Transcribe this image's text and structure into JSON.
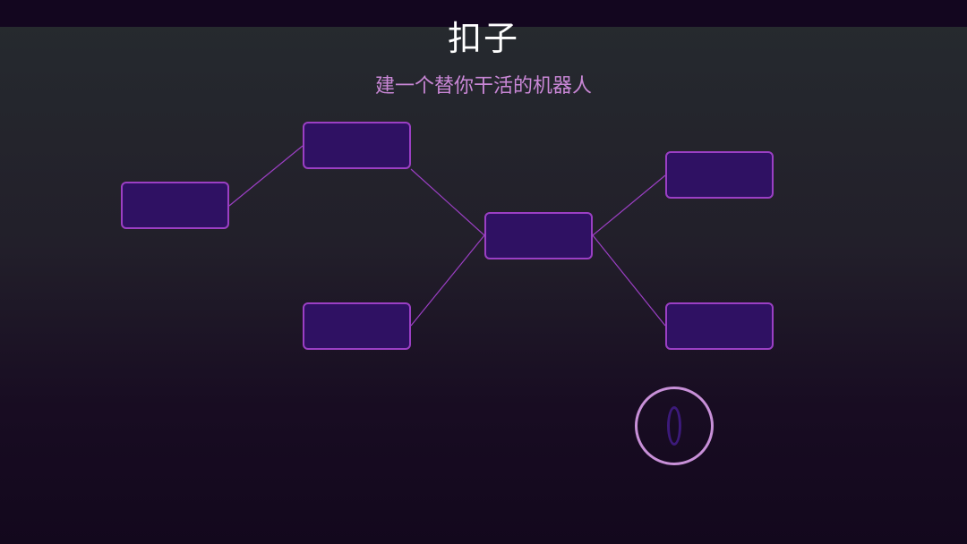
{
  "header": {
    "title": "扣子",
    "subtitle": "建一个替你干活的机器人"
  },
  "flow": {
    "nodes": [
      {
        "id": "node-1",
        "label": ""
      },
      {
        "id": "node-2",
        "label": ""
      },
      {
        "id": "node-3",
        "label": ""
      },
      {
        "id": "node-4",
        "label": ""
      },
      {
        "id": "node-5",
        "label": ""
      },
      {
        "id": "node-6",
        "label": ""
      }
    ],
    "node_fill_color": "#2f1163",
    "node_border_color": "#9b3fc4",
    "edge_color": "#9b3fc4"
  },
  "loader": {
    "icon": "loading-spinner-icon",
    "ring_color": "#c890d8",
    "inner_color": "#3c1a7a"
  },
  "theme": {
    "background_top": "#262b2f",
    "background_bottom": "#13081d",
    "title_color": "#ffffff",
    "subtitle_color": "#c987d6"
  }
}
